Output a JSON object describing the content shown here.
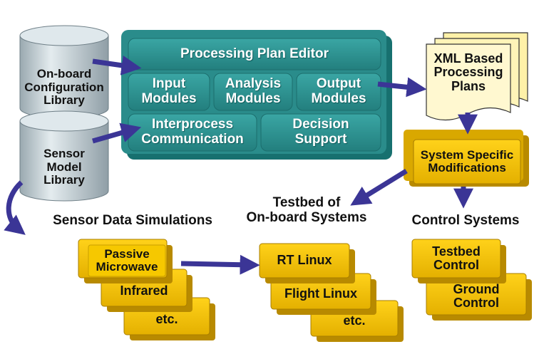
{
  "colors": {
    "teal_block": "#2f9796",
    "teal_dark": "#17706f",
    "yellow": "#f2c200",
    "yellow_dark": "#b88a00",
    "arrow": "#3b3596",
    "cylinder": "#c7d3d8",
    "paper": "#fff6c4"
  },
  "library": {
    "onboard": "On-board\nConfiguration\nLibrary",
    "sensor": "Sensor\nModel\nLibrary"
  },
  "editor": {
    "title": "Processing Plan Editor",
    "input": "Input\nModules",
    "analysis": "Analysis\nModules",
    "output": "Output\nModules",
    "ipc": "Interprocess\nCommunication",
    "decision": "Decision\nSupport"
  },
  "xml_plans": "XML Based\nProcessing\nPlans",
  "modifications": "System Specific\nModifications",
  "headings": {
    "sensor_sim": "Sensor Data Simulations",
    "testbed": "Testbed of\nOn-board Systems",
    "control": "Control Systems"
  },
  "sensor_boxes": [
    "Passive\nMicrowave",
    "Infrared",
    "etc."
  ],
  "testbed_boxes": [
    "RT Linux",
    "Flight Linux",
    "etc."
  ],
  "control_boxes": [
    "Testbed\nControl",
    "Ground\nControl"
  ]
}
